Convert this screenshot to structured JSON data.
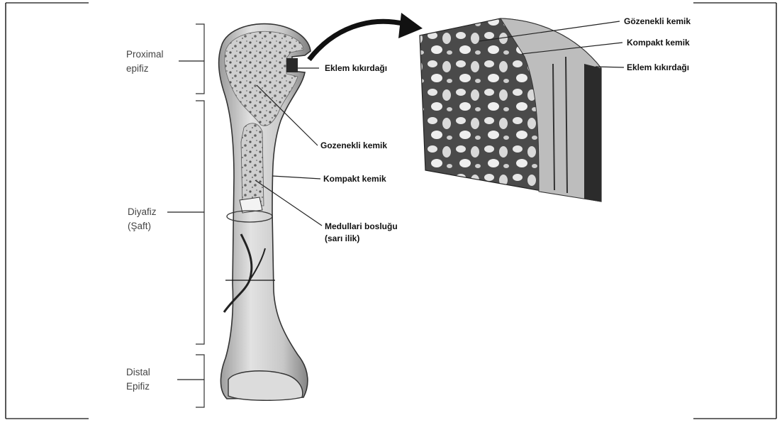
{
  "regions": {
    "proximal_epiphysis": [
      "Proximal",
      "epifiz"
    ],
    "diaphysis": [
      "Diyafiz",
      "(Şaft)"
    ],
    "distal_epiphysis": [
      "Distal",
      "Epifiz"
    ]
  },
  "callouts": {
    "articular_cartilage": "Eklem kıkırdağı",
    "spongy_bone": "Gozenekli kemik",
    "compact_bone": "Kompakt kemik",
    "medullary_cavity": [
      "Medullari bosluğu",
      "(sarı ilik)"
    ]
  },
  "inset_callouts": {
    "spongy_bone": "Gözenekli kemik",
    "compact_bone": "Kompakt kemik",
    "articular_cartilage": "Eklem kıkırdağı"
  }
}
